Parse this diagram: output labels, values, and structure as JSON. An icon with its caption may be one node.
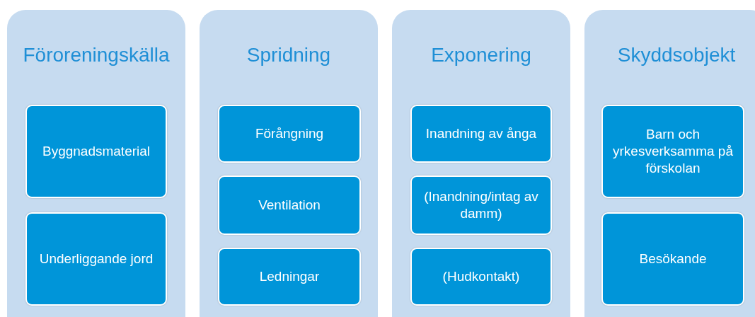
{
  "diagram": {
    "nodes": [
      {
        "text": [
          "Föroreningskälla"
        ]
      },
      {
        "text": [
          "Byggnadsmaterial"
        ],
        "in": 0
      },
      {
        "text": [
          "Underliggande jord"
        ],
        "in": 0
      },
      {
        "text": [
          "Spridning"
        ]
      },
      {
        "text": [
          "Förångning"
        ],
        "in": 3
      },
      {
        "text": [
          "Ventilation"
        ],
        "in": 3
      },
      {
        "text": [
          "Ledningar"
        ],
        "in": 3
      },
      {
        "text": [
          "Exponering"
        ]
      },
      {
        "text": [
          "Inandning av ånga"
        ],
        "in": 7
      },
      {
        "text": [
          "(Inandning/intag av damm)"
        ],
        "in": 7
      },
      {
        "text": [
          "(Hudkontakt)"
        ],
        "in": 7
      },
      {
        "text": [
          "Skyddsobjekt"
        ]
      },
      {
        "text": [
          "Barn och yrkesverksamma på förskolan"
        ],
        "in": 11
      },
      {
        "text": [
          "Besökande"
        ],
        "in": 11
      }
    ]
  }
}
